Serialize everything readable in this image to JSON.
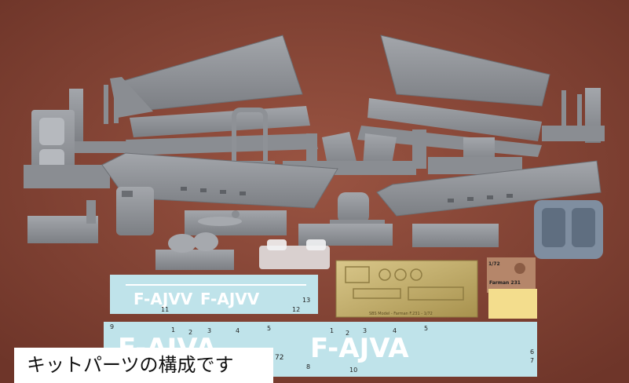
{
  "photo": {
    "caption": "キットパーツの構成です",
    "background_color": "#8a4a3a",
    "part_color": "#8e9196",
    "decal_color": "#bfe3ea"
  },
  "decal_small": {
    "registration_left": "F-AJVV",
    "registration_right": "F-AJVV",
    "numbers": [
      "11",
      "12",
      "13"
    ]
  },
  "decal_large": {
    "registration_left": "F-AJVA",
    "registration_right": "F-AJVA",
    "numbers": [
      "9",
      "1",
      "2",
      "3",
      "4",
      "5",
      "1",
      "2",
      "3",
      "4",
      "5",
      "6",
      "7",
      "8",
      "10"
    ],
    "scale_mark": "72"
  },
  "photoetch": {
    "label": "SBS Model - Farman F.231 - 1/72"
  },
  "instruction_card": {
    "scale": "1/72",
    "title": "Farman 231"
  }
}
